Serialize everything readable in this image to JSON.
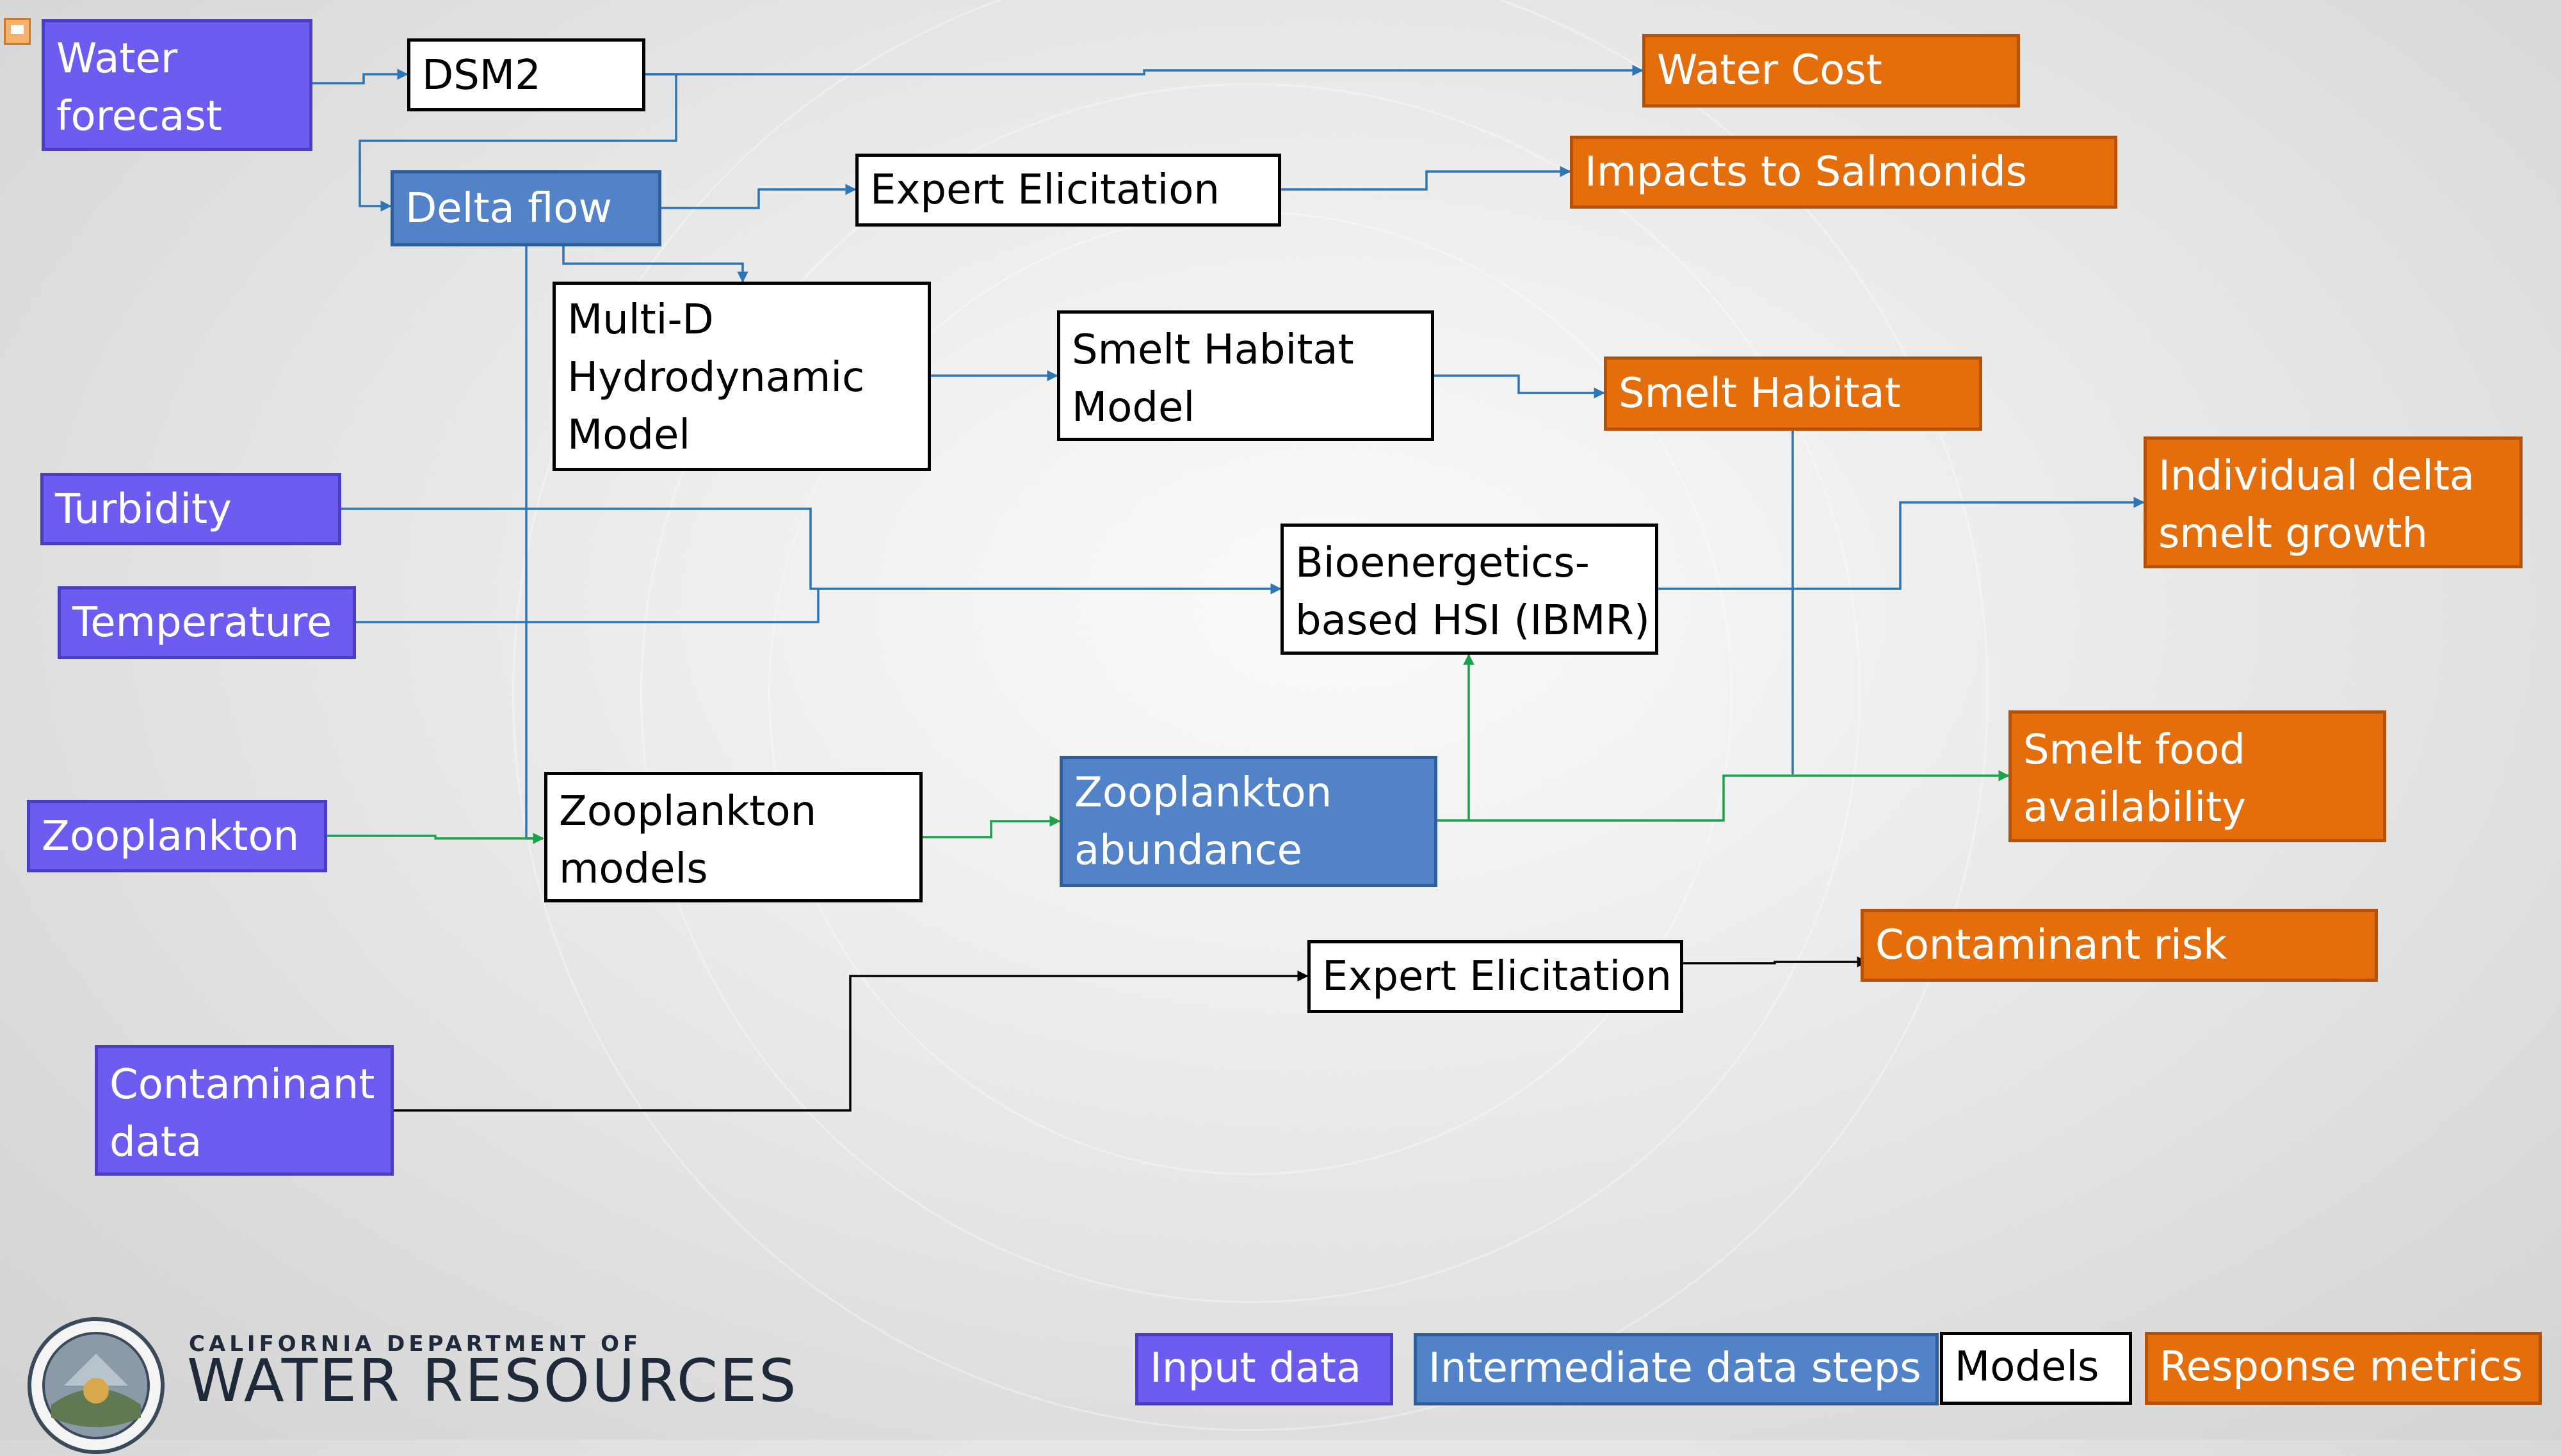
{
  "colors": {
    "input": "#6d5cf0",
    "intermediate": "#5283c9",
    "model": "#ffffff",
    "response": "#e46d0c",
    "link_blue": "#2e75b6",
    "link_green": "#1aa34a",
    "link_black": "#000000"
  },
  "nodes": {
    "water_forecast": "Water\nforecast",
    "dsm2": "DSM2",
    "water_cost": "Water Cost",
    "delta_flow": "Delta flow",
    "expert_elicitation_1": "Expert Elicitation",
    "impacts_salmonids": "Impacts to Salmonids",
    "multi_d": "Multi-D\nHydrodynamic\nModel",
    "smelt_habitat_model": "Smelt Habitat\nModel",
    "smelt_habitat": "Smelt Habitat",
    "individual_growth": "Individual delta\nsmelt growth",
    "turbidity": "Turbidity",
    "temperature": "Temperature",
    "bioenergetics": "Bioenergetics-\nbased HSI (IBMR)",
    "zooplankton": "Zooplankton",
    "zooplankton_models": "Zooplankton\nmodels",
    "zooplankton_abundance": "Zooplankton\nabundance",
    "smelt_food": "Smelt food\navailability",
    "expert_elicitation_2": "Expert Elicitation",
    "contaminant_risk": "Contaminant risk",
    "contaminant_data": "Contaminant\ndata"
  },
  "legend": {
    "input": "Input data",
    "intermediate": "Intermediate data steps",
    "models": "Models",
    "response": "Response metrics"
  },
  "logo": {
    "top": "CALIFORNIA DEPARTMENT OF",
    "main": "WATER RESOURCES",
    "seal_icon": "dwr-seal-icon"
  },
  "slide_icon": "comment-note-icon"
}
